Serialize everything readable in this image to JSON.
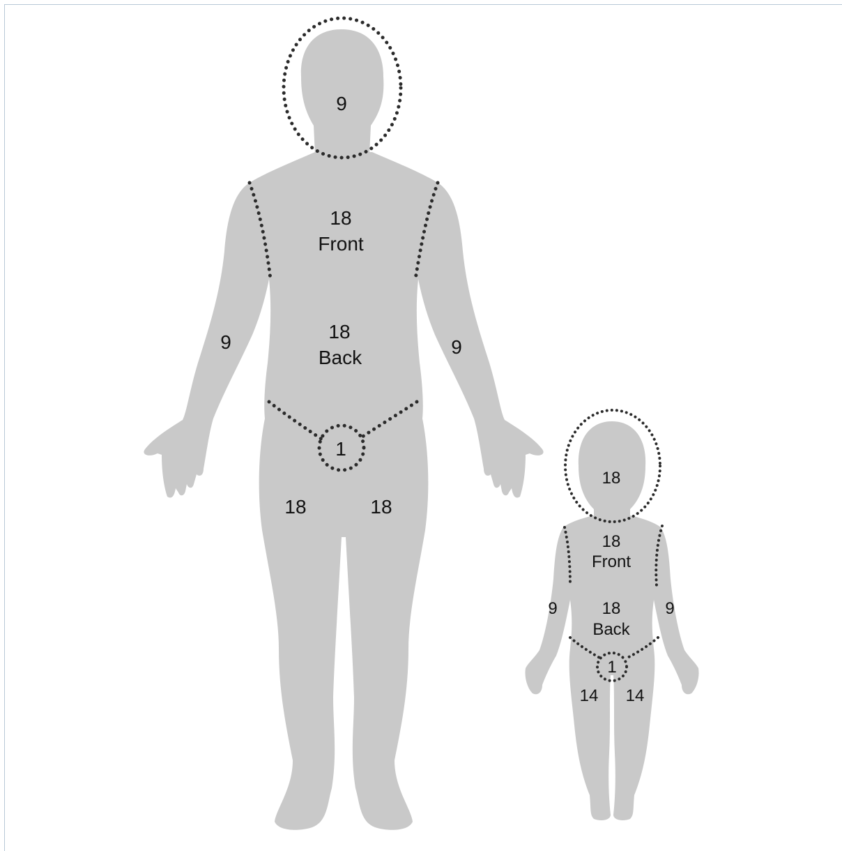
{
  "adult": {
    "head": "9",
    "chest_value": "18",
    "chest_label": "Front",
    "back_value": "18",
    "back_label": "Back",
    "left_arm": "9",
    "right_arm": "9",
    "groin": "1",
    "left_leg": "18",
    "right_leg": "18"
  },
  "child": {
    "head": "18",
    "chest_value": "18",
    "chest_label": "Front",
    "back_value": "18",
    "back_label": "Back",
    "left_arm": "9",
    "right_arm": "9",
    "groin": "1",
    "left_leg": "14",
    "right_leg": "14"
  },
  "colors": {
    "silhouette": "#c9c9c9",
    "dotted_line": "#2b2b2b",
    "frame": "#b8c7d6"
  }
}
